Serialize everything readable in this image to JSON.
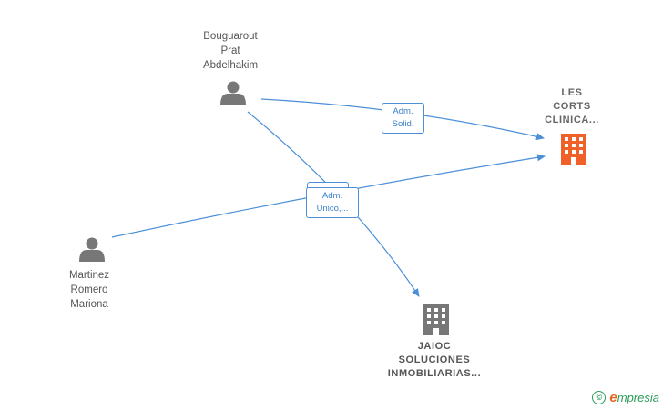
{
  "nodes": {
    "bouguarout": {
      "label": "Bouguarout\nPrat\nAbdelhakim",
      "icon": "person-icon"
    },
    "martinez": {
      "label": "Martinez\nRomero\nMariona",
      "icon": "person-icon"
    },
    "lescorts": {
      "label": "LES\nCORTS\nCLINICA...",
      "icon": "building-icon"
    },
    "jaioc": {
      "label": "JAIOC\nSOLUCIONES\nINMOBILIARIAS...",
      "icon": "building-icon"
    }
  },
  "edges": {
    "e1": {
      "label": "Adm.\nSolid."
    },
    "e2": {
      "label": "Adm.\nUnico,..."
    }
  },
  "colors": {
    "edge": "#4a8fd8",
    "person": "#777777",
    "main_company": "#f0612a",
    "company": "#777777",
    "brand_green": "#2a9c5a",
    "brand_orange": "#e8641c"
  },
  "footer": {
    "copyright": "©",
    "brand_initial": "e",
    "brand_rest": "mpresia"
  }
}
